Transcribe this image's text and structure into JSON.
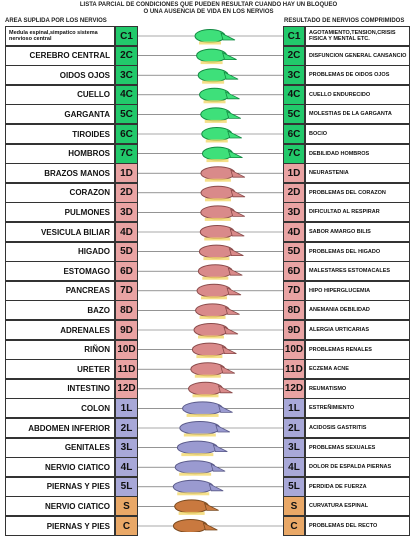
{
  "header": {
    "line1": "LISTA PARCIAL DE CONDICIONES QUE PUEDEN RESULTAR CUANDO HAY UN BLOQUEO",
    "line2": "O UNA AUSENCIA DE VIDA EN LOS NERVIOS"
  },
  "left_heading": "AREA SUPLIDA POR LOS NERVIOS",
  "right_heading": "RESULTADO DE NERVIOS COMPRIMIDOS",
  "colors": {
    "cervical": "#22c96b",
    "dorsal": "#e9a3a3",
    "lumbar": "#a8a8d8",
    "sacral": "#e9a867"
  },
  "rows": [
    {
      "area": "Medula espinal,simpatico sistema nervioso central",
      "code": "C1",
      "region": "cervical",
      "result": "AGOTAMIENTO,TENSION,CRISIS FISICA Y MENTAL ETC."
    },
    {
      "area": "CEREBRO CENTRAL",
      "code": "2C",
      "region": "cervical",
      "result": "DISFUNCION GENERAL CANSANCIO"
    },
    {
      "area": "OIDOS OJOS",
      "code": "3C",
      "region": "cervical",
      "result": "PROBLEMAS DE OIDOS OJOS"
    },
    {
      "area": "CUELLO",
      "code": "4C",
      "region": "cervical",
      "result": "CUELLO ENDURECIDO"
    },
    {
      "area": "GARGANTA",
      "code": "5C",
      "region": "cervical",
      "result": "MOLESTIAS DE LA GARGANTA"
    },
    {
      "area": "TIROIDES",
      "code": "6C",
      "region": "cervical",
      "result": "BOCIO"
    },
    {
      "area": "HOMBROS",
      "code": "7C",
      "region": "cervical",
      "result": "DEBILIDAD HOMBROS"
    },
    {
      "area": "BRAZOS MANOS",
      "code": "1D",
      "region": "dorsal",
      "result": "NEURASTENIA"
    },
    {
      "area": "CORAZON",
      "code": "2D",
      "region": "dorsal",
      "result": "PROBLEMAS DEL CORAZON"
    },
    {
      "area": "PULMONES",
      "code": "3D",
      "region": "dorsal",
      "result": "DIFICULTAD AL RESPIRAR"
    },
    {
      "area": "VESICULA BILIAR",
      "code": "4D",
      "region": "dorsal",
      "result": "SABOR AMARGO BILIS"
    },
    {
      "area": "HIGADO",
      "code": "5D",
      "region": "dorsal",
      "result": "PROBLEMAS DEL HIGADO"
    },
    {
      "area": "ESTOMAGO",
      "code": "6D",
      "region": "dorsal",
      "result": "MALESTARES ESTOMACALES"
    },
    {
      "area": "PANCREAS",
      "code": "7D",
      "region": "dorsal",
      "result": "HIPO HIPERGLUCEMIA"
    },
    {
      "area": "BAZO",
      "code": "8D",
      "region": "dorsal",
      "result": "ANEMANIA DEBILIDAD"
    },
    {
      "area": "ADRENALES",
      "code": "9D",
      "region": "dorsal",
      "result": "ALERGIA URTICARIAS"
    },
    {
      "area": "RIÑON",
      "code": "10D",
      "region": "dorsal",
      "result": "PROBLEMAS RENALES"
    },
    {
      "area": "URETER",
      "code": "11D",
      "region": "dorsal",
      "result": "ECZEMA ACNE"
    },
    {
      "area": "INTESTINO",
      "code": "12D",
      "region": "dorsal",
      "result": "REUMATISMO"
    },
    {
      "area": "COLON",
      "code": "1L",
      "region": "lumbar",
      "result": "ESTREÑIMIENTO"
    },
    {
      "area": "ABDOMEN INFERIOR",
      "code": "2L",
      "region": "lumbar",
      "result": "ACIDOSIS GASTRITIS"
    },
    {
      "area": "GENITALES",
      "code": "3L",
      "region": "lumbar",
      "result": "PROBLEMAS SEXUALES"
    },
    {
      "area": "NERVIO CIATICO",
      "code": "4L",
      "region": "lumbar",
      "result": "DOLOR DE ESPALDA PIERNAS"
    },
    {
      "area": "PIERNAS Y PIES",
      "code": "5L",
      "region": "lumbar",
      "result": "PERDIDA DE FUERZA"
    },
    {
      "area": "NERVIO CIATICO",
      "code": "S",
      "region": "sacral",
      "result": "CURVATURA ESPINAL"
    },
    {
      "area": "PIERNAS Y PIES",
      "code": "C",
      "region": "sacral",
      "result": "PROBLEMAS DEL RECTO"
    }
  ]
}
